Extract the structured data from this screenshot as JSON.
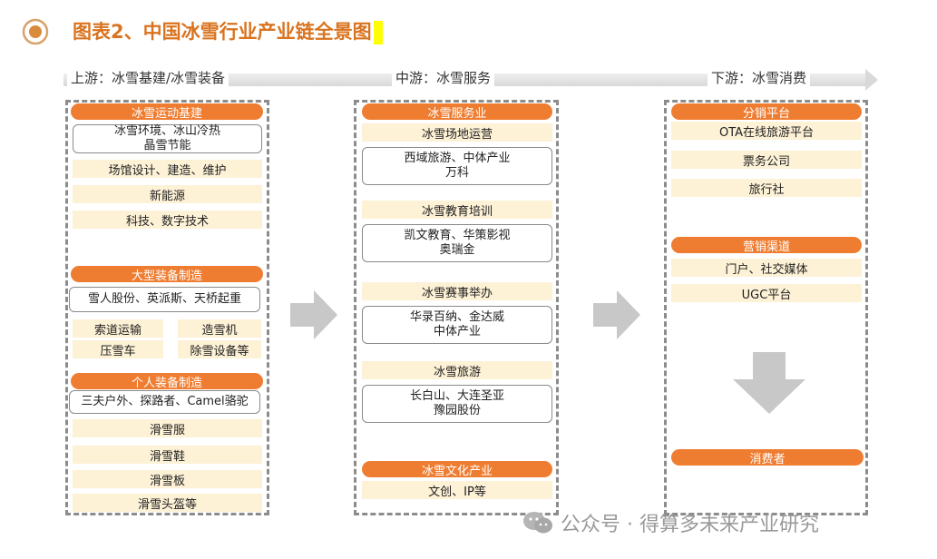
{
  "title": "图表2、中国冰雪行业产业链全景图",
  "stages": {
    "upstream": "上游：冰雪基建/冰雪装备",
    "midstream": "中游：冰雪服务",
    "downstream": "下游：冰雪消费"
  },
  "upstream": {
    "sec1": {
      "header": "冰雪运动基建",
      "box": "冰雪环境、冰山冷热\n晶雪节能",
      "items": [
        "场馆设计、建造、维护",
        "新能源",
        "科技、数字技术"
      ]
    },
    "sec2": {
      "header": "大型装备制造",
      "box": "雪人股份、英派斯、天桥起重",
      "grid": [
        "索道运输",
        "造雪机",
        "压雪车",
        "除雪设备等"
      ]
    },
    "sec3": {
      "header": "个人装备制造",
      "box": "三夫户外、探路者、Camel骆驼",
      "items": [
        "滑雪服",
        "滑雪鞋",
        "滑雪板",
        "滑雪头盔等"
      ]
    }
  },
  "midstream": {
    "header": "冰雪服务业",
    "groups": [
      {
        "label": "冰雪场地运营",
        "box": "西域旅游、中体产业\n万科"
      },
      {
        "label": "冰雪教育培训",
        "box": "凯文教育、华策影视\n奥瑞金"
      },
      {
        "label": "冰雪赛事举办",
        "box": "华录百纳、金达威\n中体产业"
      },
      {
        "label": "冰雪旅游",
        "box": "长白山、大连圣亚\n豫园股份"
      }
    ],
    "culture_header": "冰雪文化产业",
    "culture_item": "文创、IP等"
  },
  "downstream": {
    "sec1": {
      "header": "分销平台",
      "items": [
        "OTA在线旅游平台",
        "票务公司",
        "旅行社"
      ]
    },
    "sec2": {
      "header": "营销渠道",
      "items": [
        "门户、社交媒体",
        "UGC平台"
      ]
    },
    "consumer": "消费者"
  },
  "watermark": "公众号 · 得算多未来产业研究",
  "colors": {
    "accent": "#ef7d31",
    "item_bg": "#fdf1d6",
    "title": "#d9731f",
    "arrow": "#c8c8c8"
  }
}
